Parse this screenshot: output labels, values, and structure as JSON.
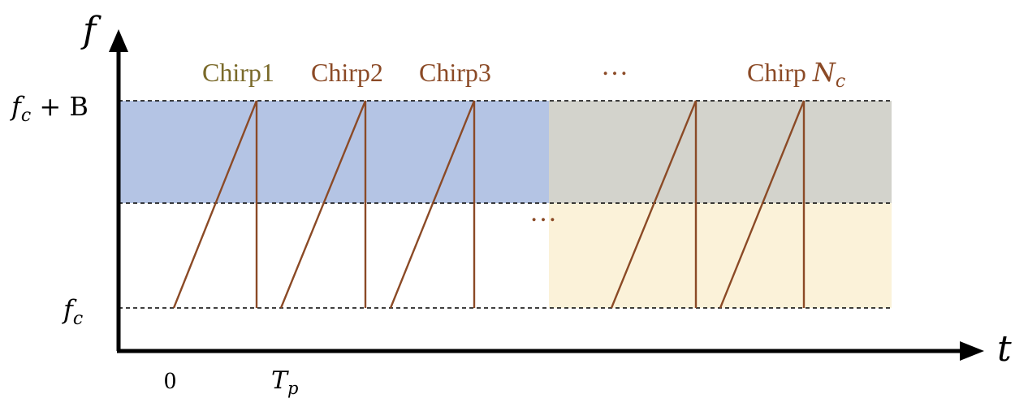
{
  "axes": {
    "y_label": "f",
    "x_label": "t"
  },
  "y_ticks": {
    "top_prefix": "f",
    "top_sub": "c",
    "top_suffix": " + B",
    "bottom_prefix": "f",
    "bottom_sub": "c"
  },
  "x_ticks": {
    "origin": "0",
    "period_prefix": "T",
    "period_sub": "p"
  },
  "chirps": [
    {
      "label": "Chirp1",
      "color": "#7a6a2a"
    },
    {
      "label": "Chirp2",
      "color": "#8b4a26"
    },
    {
      "label": "Chirp3",
      "color": "#8b4a26"
    },
    {
      "label": "Chirp ",
      "label_math": "N",
      "label_sub": "c",
      "color": "#8b4a26"
    }
  ],
  "ellipsis": "…",
  "colors": {
    "blue_band": "#b4c4e4",
    "gray_band": "#d3d3cc",
    "yellow_band": "#fbf2d9",
    "chirp_line": "#8b4a26",
    "axis": "#000000",
    "dashed": "#000000"
  }
}
